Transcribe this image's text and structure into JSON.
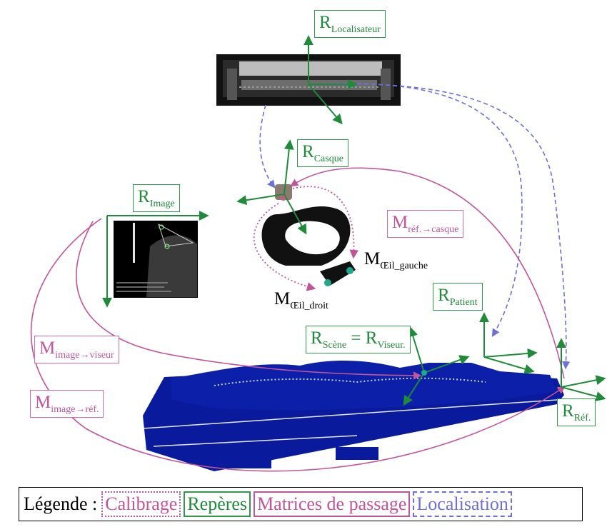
{
  "frames": {
    "localisateur": {
      "main": "R",
      "sub": "Localisateur"
    },
    "casque": {
      "main": "R",
      "sub": "Casque"
    },
    "image": {
      "main": "R",
      "sub": "Image"
    },
    "patient": {
      "main": "R",
      "sub": "Patient"
    },
    "scene": {
      "main": "R",
      "sub": "Scène",
      "eq": " = R",
      "sub2": "Viseur."
    },
    "ref": {
      "main": "R",
      "sub": "Réf."
    }
  },
  "matrices": {
    "ref_casque": {
      "main": "M",
      "sub": "réf.→casque"
    },
    "image_viseur": {
      "main": "M",
      "sub": "image→viseur"
    },
    "image_ref": {
      "main": "M",
      "sub": "image→réf."
    }
  },
  "calibration_labels": {
    "oeil_gauche": {
      "main": "M",
      "sub": "Œil_gauche"
    },
    "oeil_droit": {
      "main": "M",
      "sub": "Œil_droit"
    }
  },
  "legend": {
    "title": "Légende :",
    "calibrage": "Calibrage",
    "reperes": "Repères",
    "matrices": "Matrices de passage",
    "localisation": "Localisation"
  },
  "colors": {
    "repere": "#1f8a3a",
    "matrice": "#c2549a",
    "localisation": "#6f6fd8",
    "patient": "#0a1a9c"
  }
}
